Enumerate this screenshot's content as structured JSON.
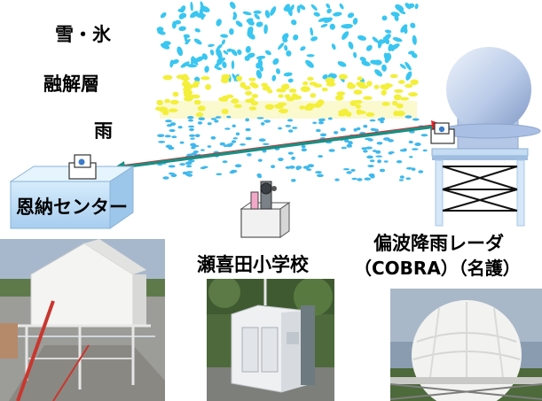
{
  "labels": {
    "snow_ice": "雪・氷",
    "melting_layer": "融解層",
    "rain": "雨",
    "onna_center": "恩納センター",
    "sekita_school": "瀬喜田小学校",
    "radar_line1": "偏波降雨レーダ",
    "radar_line2": "（COBRA）（名護）"
  },
  "colors": {
    "snow": "#39c6f0",
    "melting": "#f3ef3a",
    "beam_teal": "#1a8f83",
    "beam_red": "#e0262a",
    "rain_drops": "#3fb8ec",
    "dome": "#b9cbe8",
    "platform_top": "#c4ddf4"
  }
}
